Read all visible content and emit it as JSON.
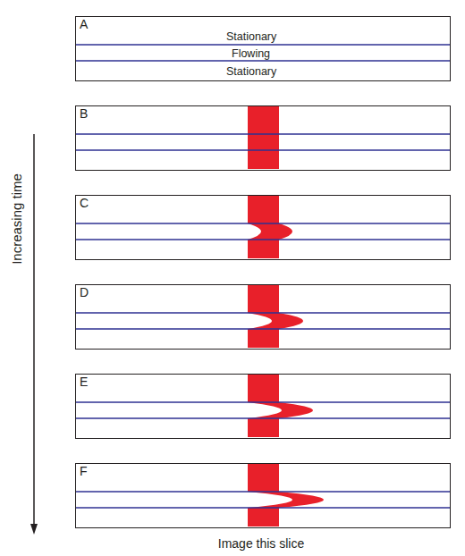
{
  "diagram": {
    "nodes": [
      {
        "text": [
          "A",
          "Stationary",
          "Flowing",
          "Stationary"
        ]
      },
      {
        "text": [
          "B"
        ]
      },
      {
        "text": [
          "C"
        ]
      },
      {
        "text": [
          "D"
        ]
      },
      {
        "text": [
          "E"
        ]
      },
      {
        "text": [
          "F"
        ]
      }
    ],
    "labels": [
      "Increasing time",
      "Image this slice"
    ]
  }
}
